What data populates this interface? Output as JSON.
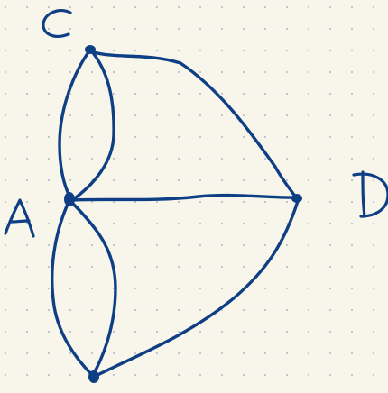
{
  "graph": {
    "nodes": [
      {
        "id": "C",
        "label": "C"
      },
      {
        "id": "A",
        "label": "A"
      },
      {
        "id": "D",
        "label": "D"
      },
      {
        "id": "B",
        "label": ""
      }
    ],
    "edges": [
      {
        "from": "C",
        "to": "A",
        "count": 2
      },
      {
        "from": "C",
        "to": "D",
        "count": 1
      },
      {
        "from": "A",
        "to": "D",
        "count": 1
      },
      {
        "from": "A",
        "to": "B",
        "count": 2
      },
      {
        "from": "B",
        "to": "D",
        "count": 1
      }
    ]
  },
  "colors": {
    "ink": "#0e3f85",
    "paper": "#f8f5ea",
    "dots": "#b9c2cf"
  }
}
